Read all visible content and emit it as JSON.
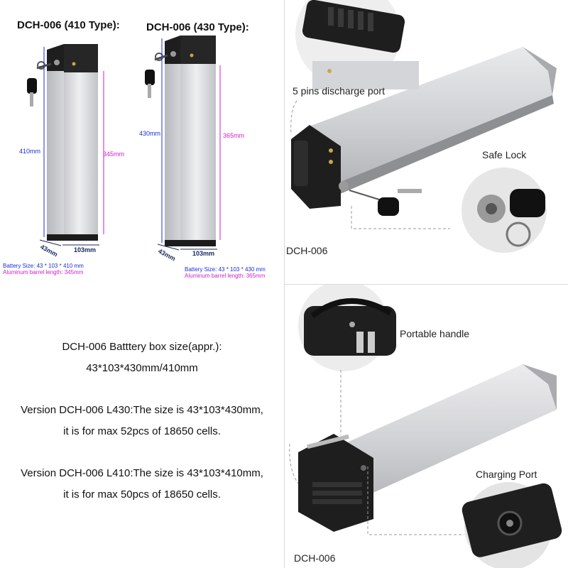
{
  "left_top": {
    "type410_title": "DCH-006 (410 Type):",
    "type430_title": "DCH-006 (430 Type):",
    "type410": {
      "height": "410mm",
      "barrel": "345mm",
      "depth": "43mm",
      "width": "103mm",
      "spec_size": "Battery Size: 43 * 103 * 410 mm",
      "spec_barrel": "Aluminum barrel length: 345mm"
    },
    "type430": {
      "height": "430mm",
      "barrel": "365mm",
      "depth": "43mm",
      "width": "103mm",
      "spec_size": "Battery Size:  43 * 103 * 430 mm",
      "spec_barrel": "Aluminum barrel length: 365mm"
    }
  },
  "left_bottom": {
    "line1": "DCH-006 Batttery box size(appr.):",
    "line2": "43*103*430mm/410mm",
    "line3": "Version DCH-006 L430:The size is 43*103*430mm,",
    "line4": "it is for max 52pcs of 18650 cells.",
    "line5": "Version DCH-006 L410:The size is 43*103*410mm,",
    "line6": "it is for max 50pcs of 18650 cells."
  },
  "right_top": {
    "label_discharge": "5 pins discharge port",
    "label_lock": "Safe Lock",
    "code": "DCH-006"
  },
  "right_bottom": {
    "label_handle": "Portable handle",
    "label_charging": "Charging Port",
    "code": "DCH-006"
  },
  "colors": {
    "dimension_blue": "#1a2fd0",
    "dimension_pink": "#d01ec8",
    "aluminum": "#d8d9dc",
    "plastic": "#1c1c1c"
  }
}
